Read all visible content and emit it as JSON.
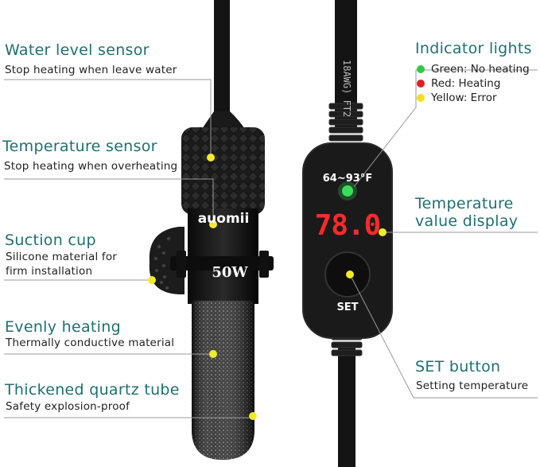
{
  "labels": {
    "water_level": {
      "title": "Water level sensor",
      "sub": "Stop heating when leave water"
    },
    "temperature_sensor": {
      "title": "Temperature sensor",
      "sub": "Stop heating when overheating"
    },
    "suction_cup": {
      "title": "Suction cup",
      "sub1": "Silicone material for",
      "sub2": "firm installation"
    },
    "evenly_heating": {
      "title": "Evenly heating",
      "sub": "Thermally conductive material"
    },
    "quartz_tube": {
      "title": "Thickened quartz tube",
      "sub": "Safety explosion-proof"
    },
    "indicator_lights": {
      "title": "Indicator lights",
      "items": [
        {
          "label": "Green: No heating",
          "color": "#2ecc40"
        },
        {
          "label": "Red: Heating",
          "color": "#e02020"
        },
        {
          "label": "Yellow:  Error",
          "color": "#f2e01a"
        }
      ]
    },
    "temp_display": {
      "title1": "Temperature",
      "title2": "value display"
    },
    "set_button": {
      "title": "SET button",
      "sub": "Setting temperature"
    }
  },
  "device": {
    "brand": "auomii",
    "wattage": "50W",
    "range": "64~93°F",
    "display_value": "78.0",
    "set_label": "SET",
    "cable_text": "18AWG) FT2"
  },
  "colors": {
    "accent": "#1f6f73",
    "marker": "#f4ea2a",
    "display_red": "#ff2a2a"
  }
}
